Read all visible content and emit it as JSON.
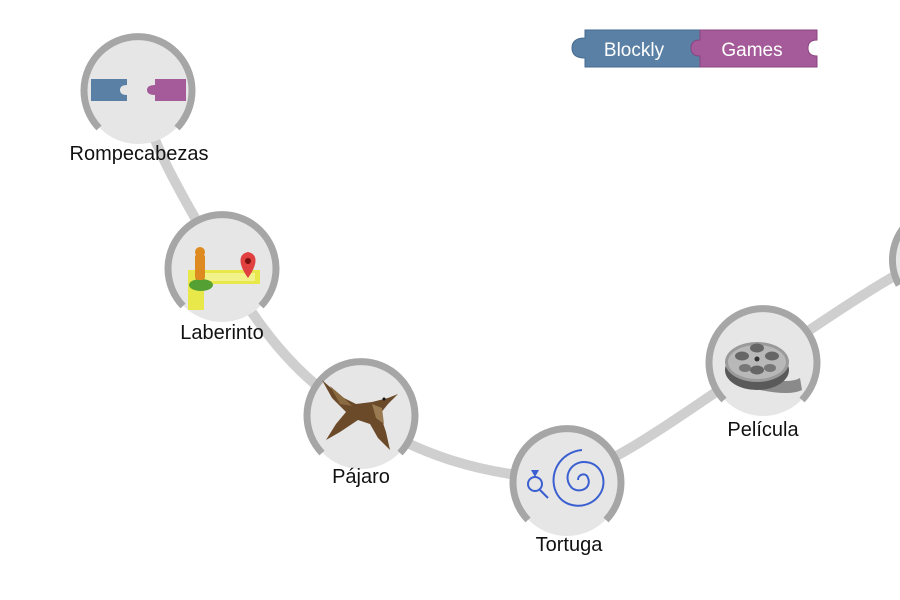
{
  "brand": {
    "part1": "Blockly",
    "part2": "Games",
    "part1_color": "#5b80a5",
    "part2_color": "#a55b99"
  },
  "games": [
    {
      "name": "Rompecabezas",
      "icon": "puzzle-icon"
    },
    {
      "name": "Laberinto",
      "icon": "maze-icon"
    },
    {
      "name": "Pájaro",
      "icon": "bird-icon"
    },
    {
      "name": "Tortuga",
      "icon": "turtle-spiral-icon"
    },
    {
      "name": "Película",
      "icon": "film-reel-icon"
    }
  ],
  "colors": {
    "path": "#cfcfcf",
    "ring": "#a6a6a6",
    "disc": "#e6e6e6"
  }
}
